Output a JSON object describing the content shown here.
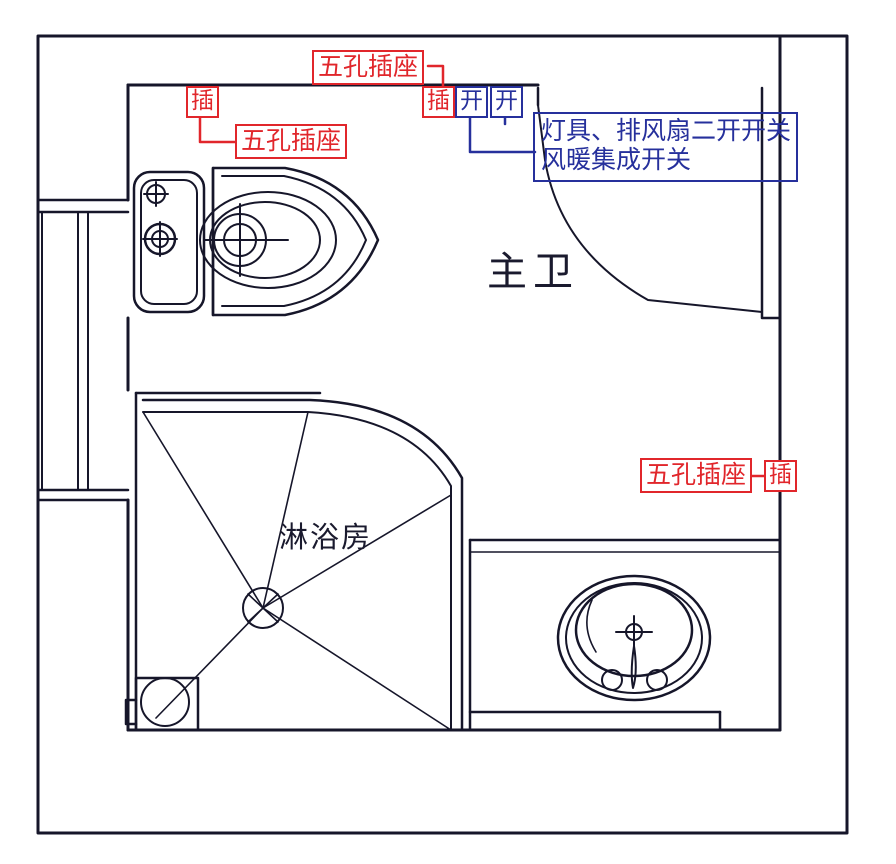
{
  "drawing": {
    "type": "architectural-floor-plan",
    "title_room": "主卫",
    "sub_room": "淋浴房",
    "line_color": "#16162a",
    "annotation_red": "#e1262b",
    "annotation_blue": "#26309c",
    "background": "#ffffff"
  },
  "rooms": [
    {
      "name": "主卫",
      "meaning": "master-bathroom"
    },
    {
      "name": "淋浴房",
      "meaning": "shower-room"
    }
  ],
  "annotations": {
    "socket_top_center": "五孔插座",
    "socket_left": "五孔插座",
    "socket_right": "五孔插座",
    "tag_socket_left": "插",
    "tag_socket_top_right": "插",
    "tag_socket_right_wall": "插",
    "tag_switch_a": "开",
    "tag_switch_b": "开",
    "switch_block_line1": "灯具、排风扇二开开关",
    "switch_block_line2": "风暖集成开关"
  },
  "fixtures": [
    {
      "name": "toilet",
      "label": ""
    },
    {
      "name": "shower-enclosure",
      "label": "淋浴房"
    },
    {
      "name": "wash-basin",
      "label": ""
    },
    {
      "name": "floor-drain",
      "label": ""
    },
    {
      "name": "window",
      "label": ""
    },
    {
      "name": "door",
      "label": ""
    }
  ]
}
